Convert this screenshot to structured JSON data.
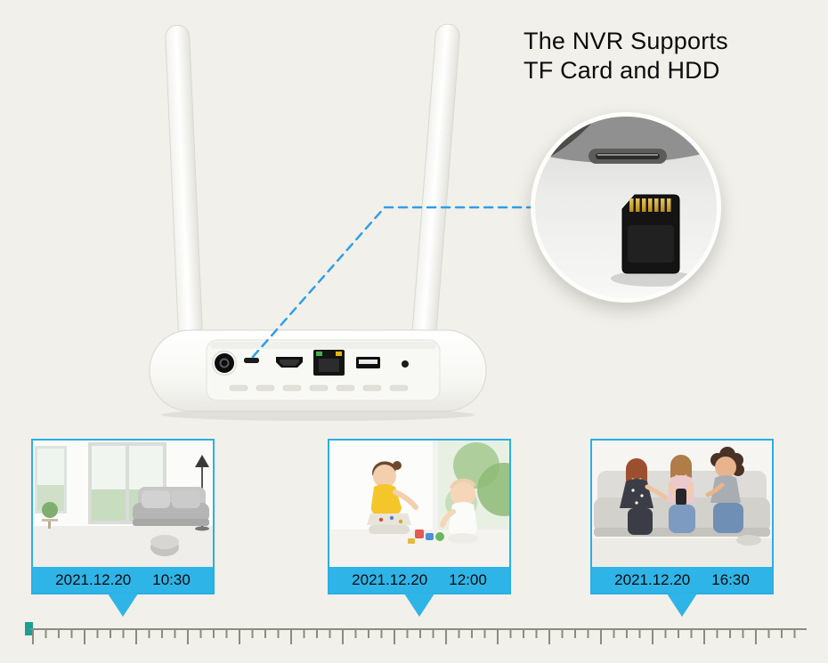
{
  "title": {
    "line1": "The NVR Supports",
    "line2": "TF Card and HDD"
  },
  "colors": {
    "accent_cyan": "#2fb4e7",
    "dashed_connector_blue": "#2f9fe8",
    "background": "#f2f0ea",
    "timeline_gray": "#8b8b80",
    "timeline_marker_teal": "#18a094"
  },
  "device": {
    "kind": "wifi-nvr-rear-view",
    "ports": [
      "power-jack",
      "tf-card-slot",
      "hdmi-port",
      "ethernet-port",
      "usb-port",
      "reset-hole"
    ]
  },
  "inset": {
    "kind": "tf-card-slot-closeup",
    "subject": "micro-sd-card"
  },
  "recordings": [
    {
      "date": "2021.12.20",
      "time": "10:30",
      "scene": "living-room"
    },
    {
      "date": "2021.12.20",
      "time": "12:00",
      "scene": "child-and-baby-playing"
    },
    {
      "date": "2021.12.20",
      "time": "16:30",
      "scene": "three-women-with-phone"
    }
  ]
}
